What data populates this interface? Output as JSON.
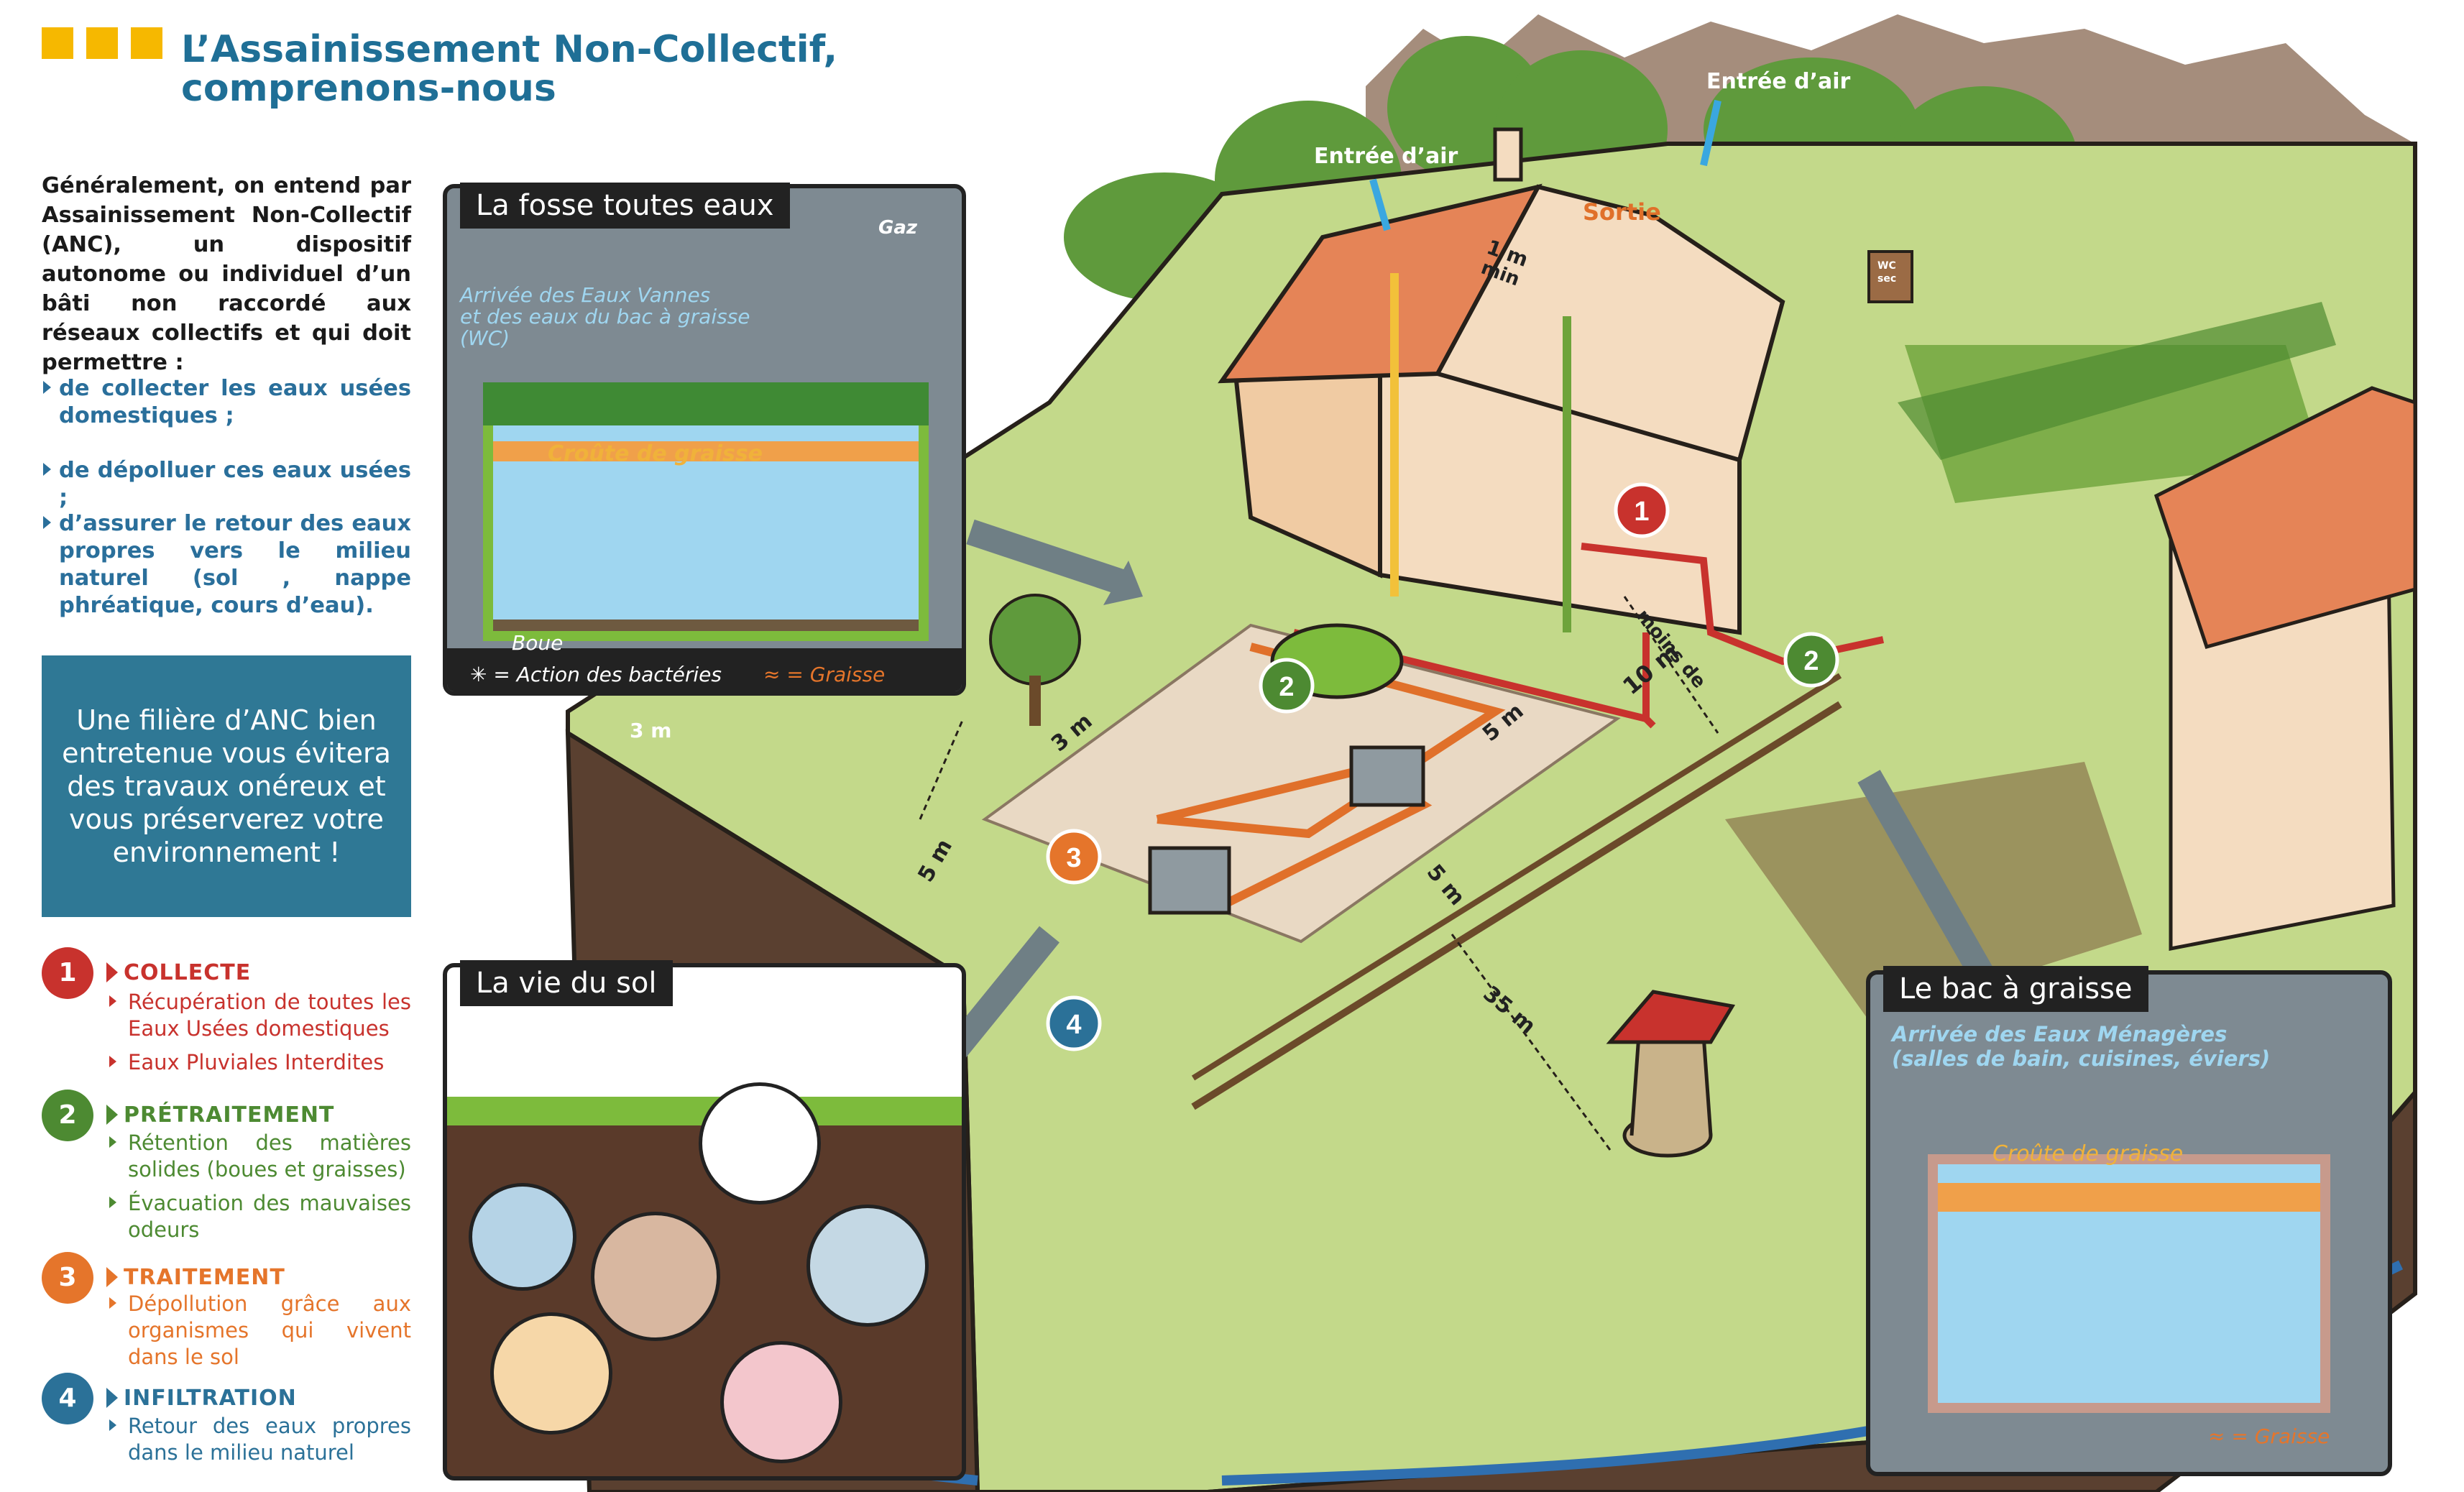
{
  "header": {
    "title_line1": "L’Assainissement Non-Collectif,",
    "title_line2": "comprenons-nous"
  },
  "intro": {
    "text": "Généralement, on entend par Assainissement Non-Collectif (ANC), un dispositif autonome ou individuel d’un bâti non raccordé aux réseaux collectifs et qui doit permettre :",
    "bullets": [
      "de collecter les eaux usées domestiques ;",
      "de dépolluer ces eaux usées ;",
      "d’assurer le retour des eaux propres vers le milieu naturel (sol , nappe phréatique, cours d’eau)."
    ]
  },
  "callout": {
    "text": "Une filière d’ANC bien entretenue vous évitera des travaux onéreux et vous préserverez votre environnement !"
  },
  "legend": [
    {
      "num": "1",
      "title": "COLLECTE",
      "color": "#c8322d",
      "items": [
        "Récupération de toutes les Eaux Usées domestiques",
        "Eaux Pluviales Interdites"
      ]
    },
    {
      "num": "2",
      "title": "PRÉTRAITEMENT",
      "color": "#4d8a32",
      "items": [
        "Rétention des matières solides (boues et graisses)",
        "Évacuation des mauvaises odeurs"
      ]
    },
    {
      "num": "3",
      "title": "TRAITEMENT",
      "color": "#e5752b",
      "items": [
        "Dépollution grâce aux organismes qui vivent dans le sol"
      ]
    },
    {
      "num": "4",
      "title": "INFILTRATION",
      "color": "#2b7198",
      "items": [
        "Retour des eaux propres dans le milieu naturel"
      ]
    }
  ],
  "fosse": {
    "title": "La fosse toutes eaux",
    "gaz": "Gaz",
    "arrivee": [
      "Arrivée des Eaux Vannes",
      "et des eaux du bac à graisse",
      "(WC)"
    ],
    "croute": "Croûte de graisse",
    "boue": "Boue",
    "legend_bact": "= Action des bactéries",
    "legend_graisse": "= Graisse"
  },
  "sol": {
    "title": "La vie du sol"
  },
  "bac": {
    "title": "Le bac à graisse",
    "arrivee": [
      "Arrivée des Eaux Ménagères",
      "(salles de bain, cuisines, éviers)"
    ],
    "croute": "Croûte de graisse",
    "legend_graisse": "= Graisse"
  },
  "scene": {
    "entree_air_1": "Entrée d’air",
    "entree_air_2": "Entrée d’air",
    "sortie": "Sortie",
    "one_m": "1 m",
    "min": "min",
    "wc": "WC",
    "sec": "sec",
    "moins_de": "moins de",
    "ten_m": "10 m",
    "three_m_a": "3 m",
    "three_m_b": "3 m",
    "five_m_a": "5 m",
    "five_m_b": "5 m",
    "five_m_c": "5 m",
    "thirtyfive_m": "35 m",
    "markers": [
      "1",
      "2",
      "2",
      "3",
      "4"
    ]
  },
  "colors": {
    "title_blue": "#1f6f96",
    "accent_yellow": "#f6b800",
    "callout_bg": "#2f7895",
    "grass": "#c3d98a",
    "soil": "#5a4030",
    "water": "#2f6fb0"
  }
}
